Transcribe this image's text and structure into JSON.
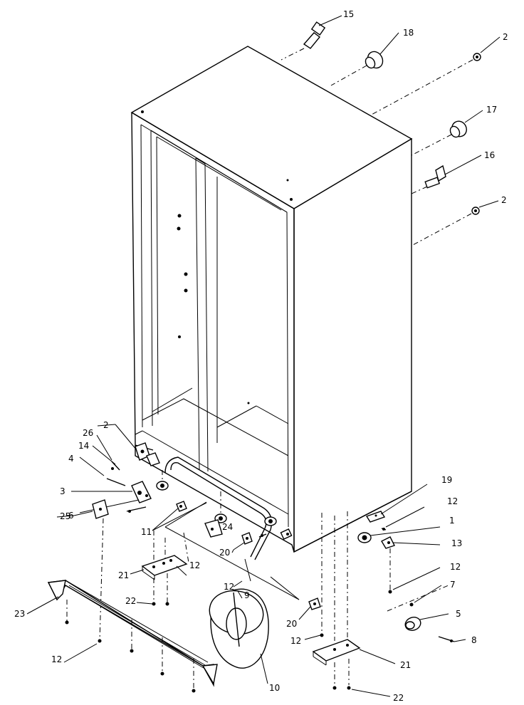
{
  "callouts": [
    {
      "id": "c15a",
      "text": "15"
    },
    {
      "id": "c18",
      "text": "18"
    },
    {
      "id": "c2a",
      "text": "2"
    },
    {
      "id": "c17",
      "text": "17"
    },
    {
      "id": "c16",
      "text": "16"
    },
    {
      "id": "c2b",
      "text": "2"
    },
    {
      "id": "c2c",
      "text": "2"
    },
    {
      "id": "c26",
      "text": "26"
    },
    {
      "id": "c14",
      "text": "14"
    },
    {
      "id": "c4",
      "text": "4"
    },
    {
      "id": "c3",
      "text": "3"
    },
    {
      "id": "c6",
      "text": "6"
    },
    {
      "id": "c25",
      "text": "25"
    },
    {
      "id": "c11",
      "text": "11"
    },
    {
      "id": "c21a",
      "text": "21"
    },
    {
      "id": "c12a",
      "text": "12"
    },
    {
      "id": "c22a",
      "text": "22"
    },
    {
      "id": "c23",
      "text": "23"
    },
    {
      "id": "c12b",
      "text": "12"
    },
    {
      "id": "c24",
      "text": "24"
    },
    {
      "id": "c20a",
      "text": "20"
    },
    {
      "id": "c12c",
      "text": "12"
    },
    {
      "id": "c9",
      "text": "9"
    },
    {
      "id": "c10",
      "text": "10"
    },
    {
      "id": "c20b",
      "text": "20"
    },
    {
      "id": "c12d",
      "text": "12"
    },
    {
      "id": "c19",
      "text": "19"
    },
    {
      "id": "c12e",
      "text": "12"
    },
    {
      "id": "c1",
      "text": "1"
    },
    {
      "id": "c13",
      "text": "13"
    },
    {
      "id": "c12f",
      "text": "12"
    },
    {
      "id": "c7",
      "text": "7"
    },
    {
      "id": "c5",
      "text": "5"
    },
    {
      "id": "c8",
      "text": "8"
    },
    {
      "id": "c21b",
      "text": "21"
    },
    {
      "id": "c22b",
      "text": "22"
    }
  ]
}
